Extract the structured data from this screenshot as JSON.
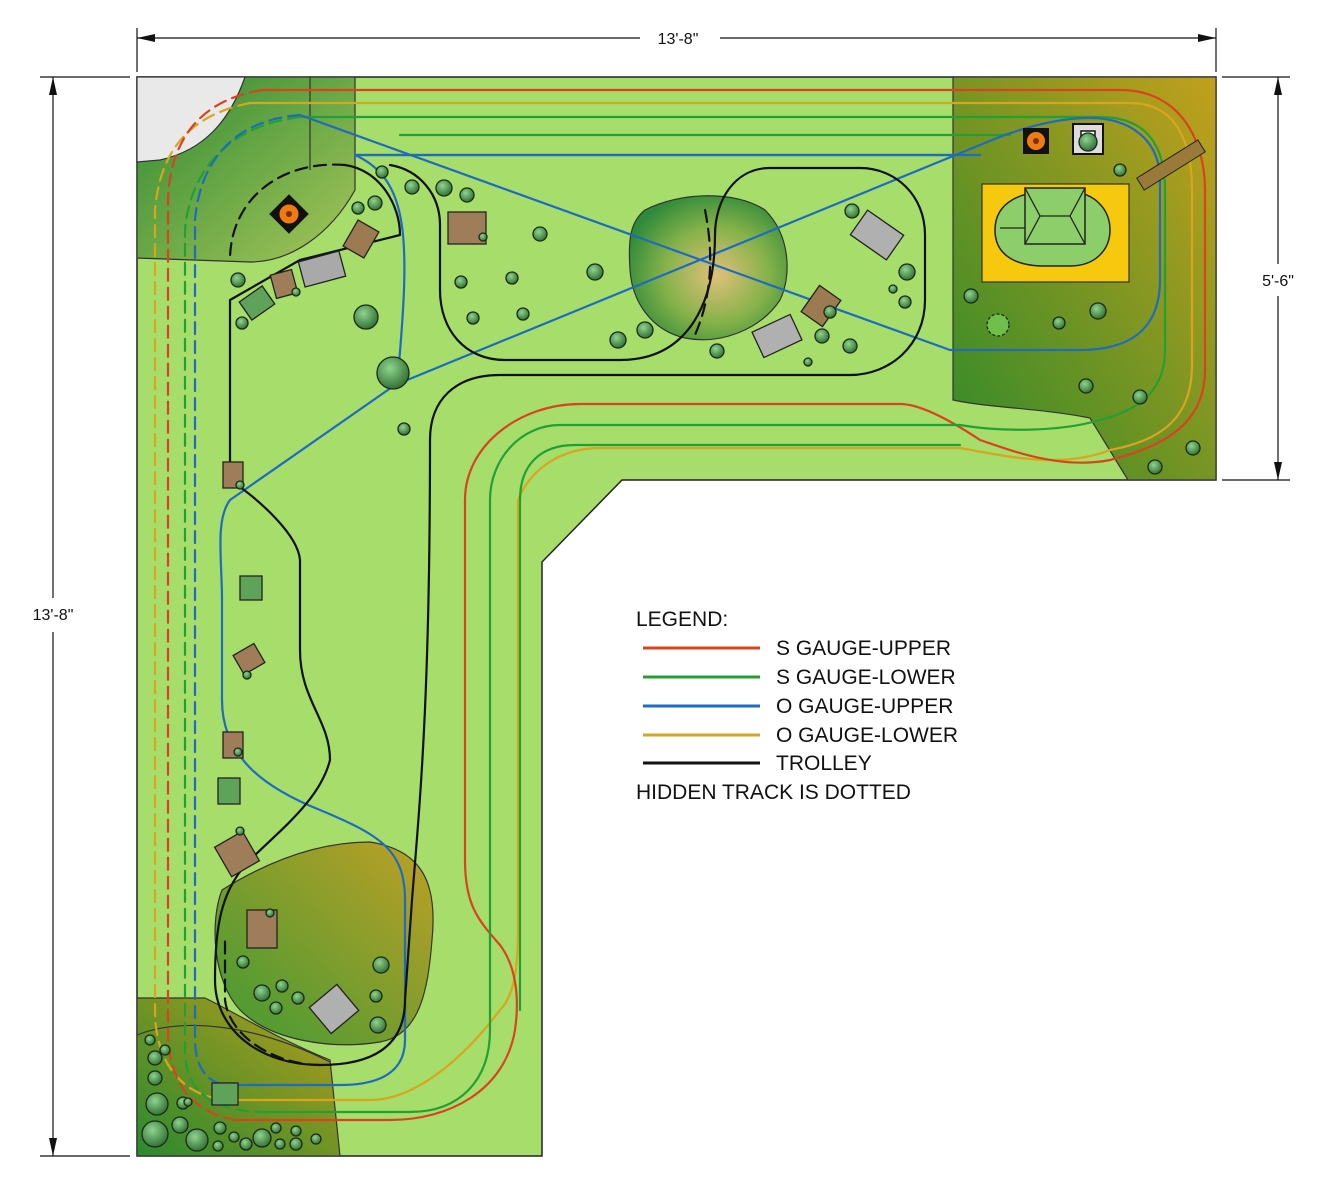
{
  "dimensions": {
    "top_width": "13'-8\"",
    "left_height": "13'-8\"",
    "right_height": "5'-6\""
  },
  "legend": {
    "title": "LEGEND:",
    "items": [
      {
        "label": "S GAUGE-UPPER",
        "color": "#d9431e"
      },
      {
        "label": "S GAUGE-LOWER",
        "color": "#22a033"
      },
      {
        "label": "O GAUGE-UPPER",
        "color": "#1e6bc0"
      },
      {
        "label": "O GAUGE-LOWER",
        "color": "#d9a51e"
      },
      {
        "label": "TROLLEY",
        "color": "#111111"
      }
    ],
    "note": "HIDDEN TRACK IS DOTTED"
  },
  "colors": {
    "benchwork": "#a6dd6b",
    "terrain_dark": "#3d8a2f",
    "terrain_brown": "#b09a2a",
    "yard_pad": "#f6c90e",
    "outline": "#111111"
  }
}
